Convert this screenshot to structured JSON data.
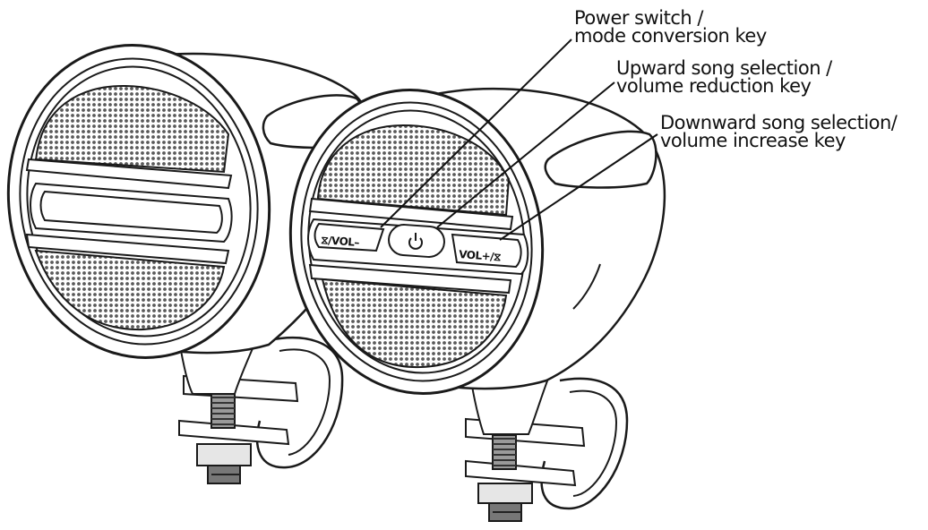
{
  "callouts": {
    "power": {
      "line1": "Power switch /",
      "line2": "mode conversion key"
    },
    "up": {
      "line1": "Upward song selection /",
      "line2": "volume reduction key"
    },
    "down": {
      "line1": "Downward song selection/",
      "line2": "volume increase key"
    }
  },
  "buttons": {
    "left": "⧖/VOL–",
    "power_icon": "power-icon",
    "right": "VOL+/⧖"
  },
  "colors": {
    "line": "#1a1a1a",
    "grille": "#555555",
    "background": "#ffffff"
  }
}
